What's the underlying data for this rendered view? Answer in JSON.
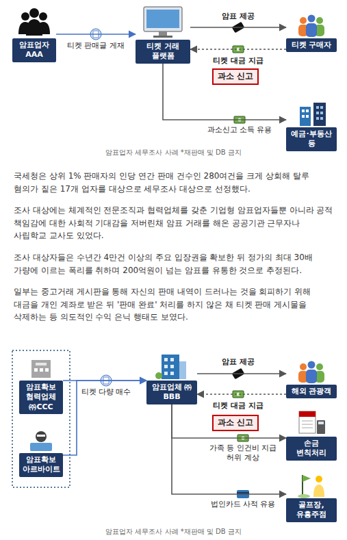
{
  "diagram": {
    "nodes": [
      {
        "text": [
          "암표업자 AAA"
        ]
      },
      {
        "text": [
          "티켓 거래 플랫폼"
        ]
      },
      {
        "text": [
          "티켓 구매자"
        ]
      },
      {
        "text": [
          "과소 신고"
        ]
      },
      {
        "text": [
          "예금·부동산 등"
        ]
      },
      {
        "text": [
          "암표확보 협력업체 ㈜CCC"
        ]
      },
      {
        "text": [
          "암표확보 아르바이트"
        ]
      },
      {
        "text": [
          "암표업체 ㈜BBB"
        ]
      },
      {
        "text": [
          "해외 관광객"
        ]
      },
      {
        "text": [
          "과소 신고"
        ]
      },
      {
        "text": [
          "손금 변칙처리"
        ]
      },
      {
        "text": [
          "골프장, 유흥주점"
        ]
      }
    ],
    "edges": [
      {
        "from": 0,
        "to": 1,
        "label": "티켓 판매글 게재",
        "arrow": "to"
      },
      {
        "from": 1,
        "to": 2,
        "label": "암표 제공",
        "arrow": "to"
      },
      {
        "from": 2,
        "to": 1,
        "label": "티켓 대금 지급",
        "arrow": "to"
      },
      {
        "from": 1,
        "to": 4,
        "label": "과소신고 소득 유용",
        "arrow": "to"
      },
      {
        "from": 5,
        "to": 7,
        "label": "티켓 다량 매수",
        "arrow": "to"
      },
      {
        "from": 6,
        "to": 7,
        "arrow": "to"
      },
      {
        "from": 7,
        "to": 8,
        "label": "암표 제공",
        "arrow": "to"
      },
      {
        "from": 8,
        "to": 7,
        "label": "티켓 대금 지급",
        "arrow": "to"
      },
      {
        "from": 7,
        "to": 10,
        "label": "가족 등 인건비 지급 허위 계상",
        "arrow": "to"
      },
      {
        "from": 7,
        "to": 11,
        "label": "법인카드 사적 유용",
        "arrow": "to"
      }
    ],
    "labels": [
      "암표업자 세무조사 사례 *재판매 및 DB 금지",
      "국세청은 상위 1% 판매자의 인당 연간 판매 건수인 280여건을 크게 상회해 탈루 혐의가 짙은 17개 업자를 대상으로 세무조사 대상으로 선정했다.",
      "조사 대상에는 체계적인 전문조직과 협력업체를 갖춘 기업형 암표업자들뿐 아니라 공적 책임감에 대한 사회적 기대감을 저버린채 암표 거래를 해온 공공기관 근무자나 사립학교 교사도 있었다.",
      "조사 대상자들은 수년간 4만건 이상의 주요 입장권을 확보한 뒤 정가의 최대 30배 가량에 이르는 폭리를 취하며 200억원이 넘는 암표를 유통한 것으로 추정된다.",
      "일부는 중고거래 게시판을 통해 자신의 판매 내역이 드러나는 것을 회피하기 위해 대금을 개인 계좌로 받은 뒤 '판매 완료' 처리를 하지 않은 채 티켓 판매 게시물을 삭제하는 등 의도적인 수익 은닉 행태도 보였다.",
      "암표업자 세무조사 사례 *재판매 및 DB 금지"
    ]
  }
}
